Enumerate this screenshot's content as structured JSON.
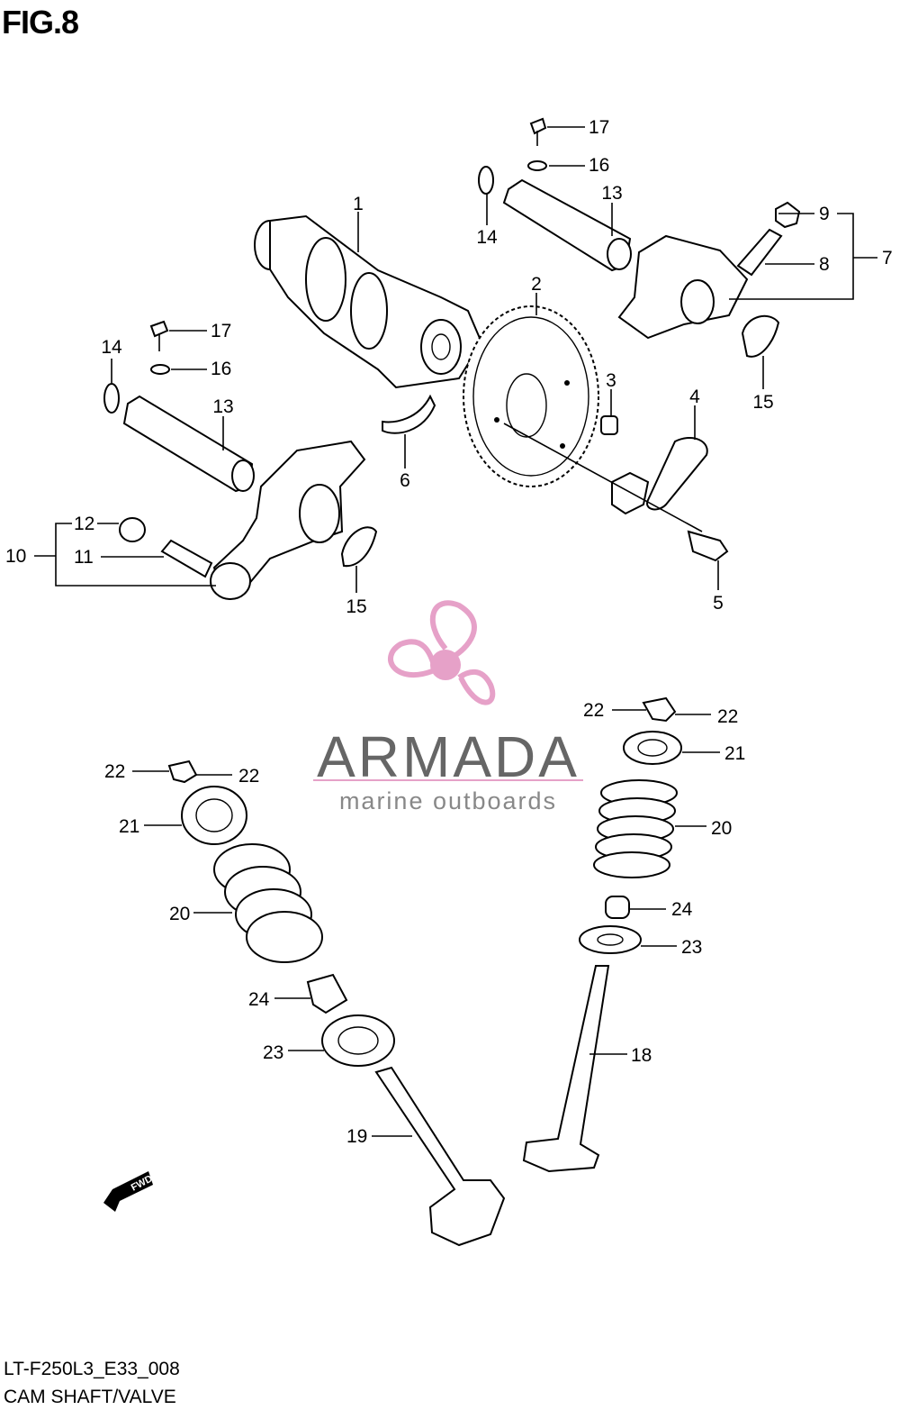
{
  "figure": {
    "title": "FIG.8",
    "code": "LT-F250L3_E33_008",
    "name": "CAM SHAFT/VALVE"
  },
  "watermark": {
    "brand": "ARMADA",
    "subtitle": "marine outboards",
    "color": "#e6a1c8"
  },
  "direction_label": "FWD",
  "callouts": {
    "c1": "1",
    "c2": "2",
    "c3": "3",
    "c4": "4",
    "c5": "5",
    "c6": "6",
    "c7": "7",
    "c8": "8",
    "c9": "9",
    "c10": "10",
    "c11": "11",
    "c12": "12",
    "c13a": "13",
    "c13b": "13",
    "c14a": "14",
    "c14b": "14",
    "c15a": "15",
    "c15b": "15",
    "c16a": "16",
    "c16b": "16",
    "c17a": "17",
    "c17b": "17",
    "c18": "18",
    "c19": "19",
    "c20a": "20",
    "c20b": "20",
    "c21a": "21",
    "c21b": "21",
    "c22a": "22",
    "c22b": "22",
    "c22c": "22",
    "c22d": "22",
    "c23a": "23",
    "c23b": "23",
    "c24a": "24",
    "c24b": "24"
  }
}
